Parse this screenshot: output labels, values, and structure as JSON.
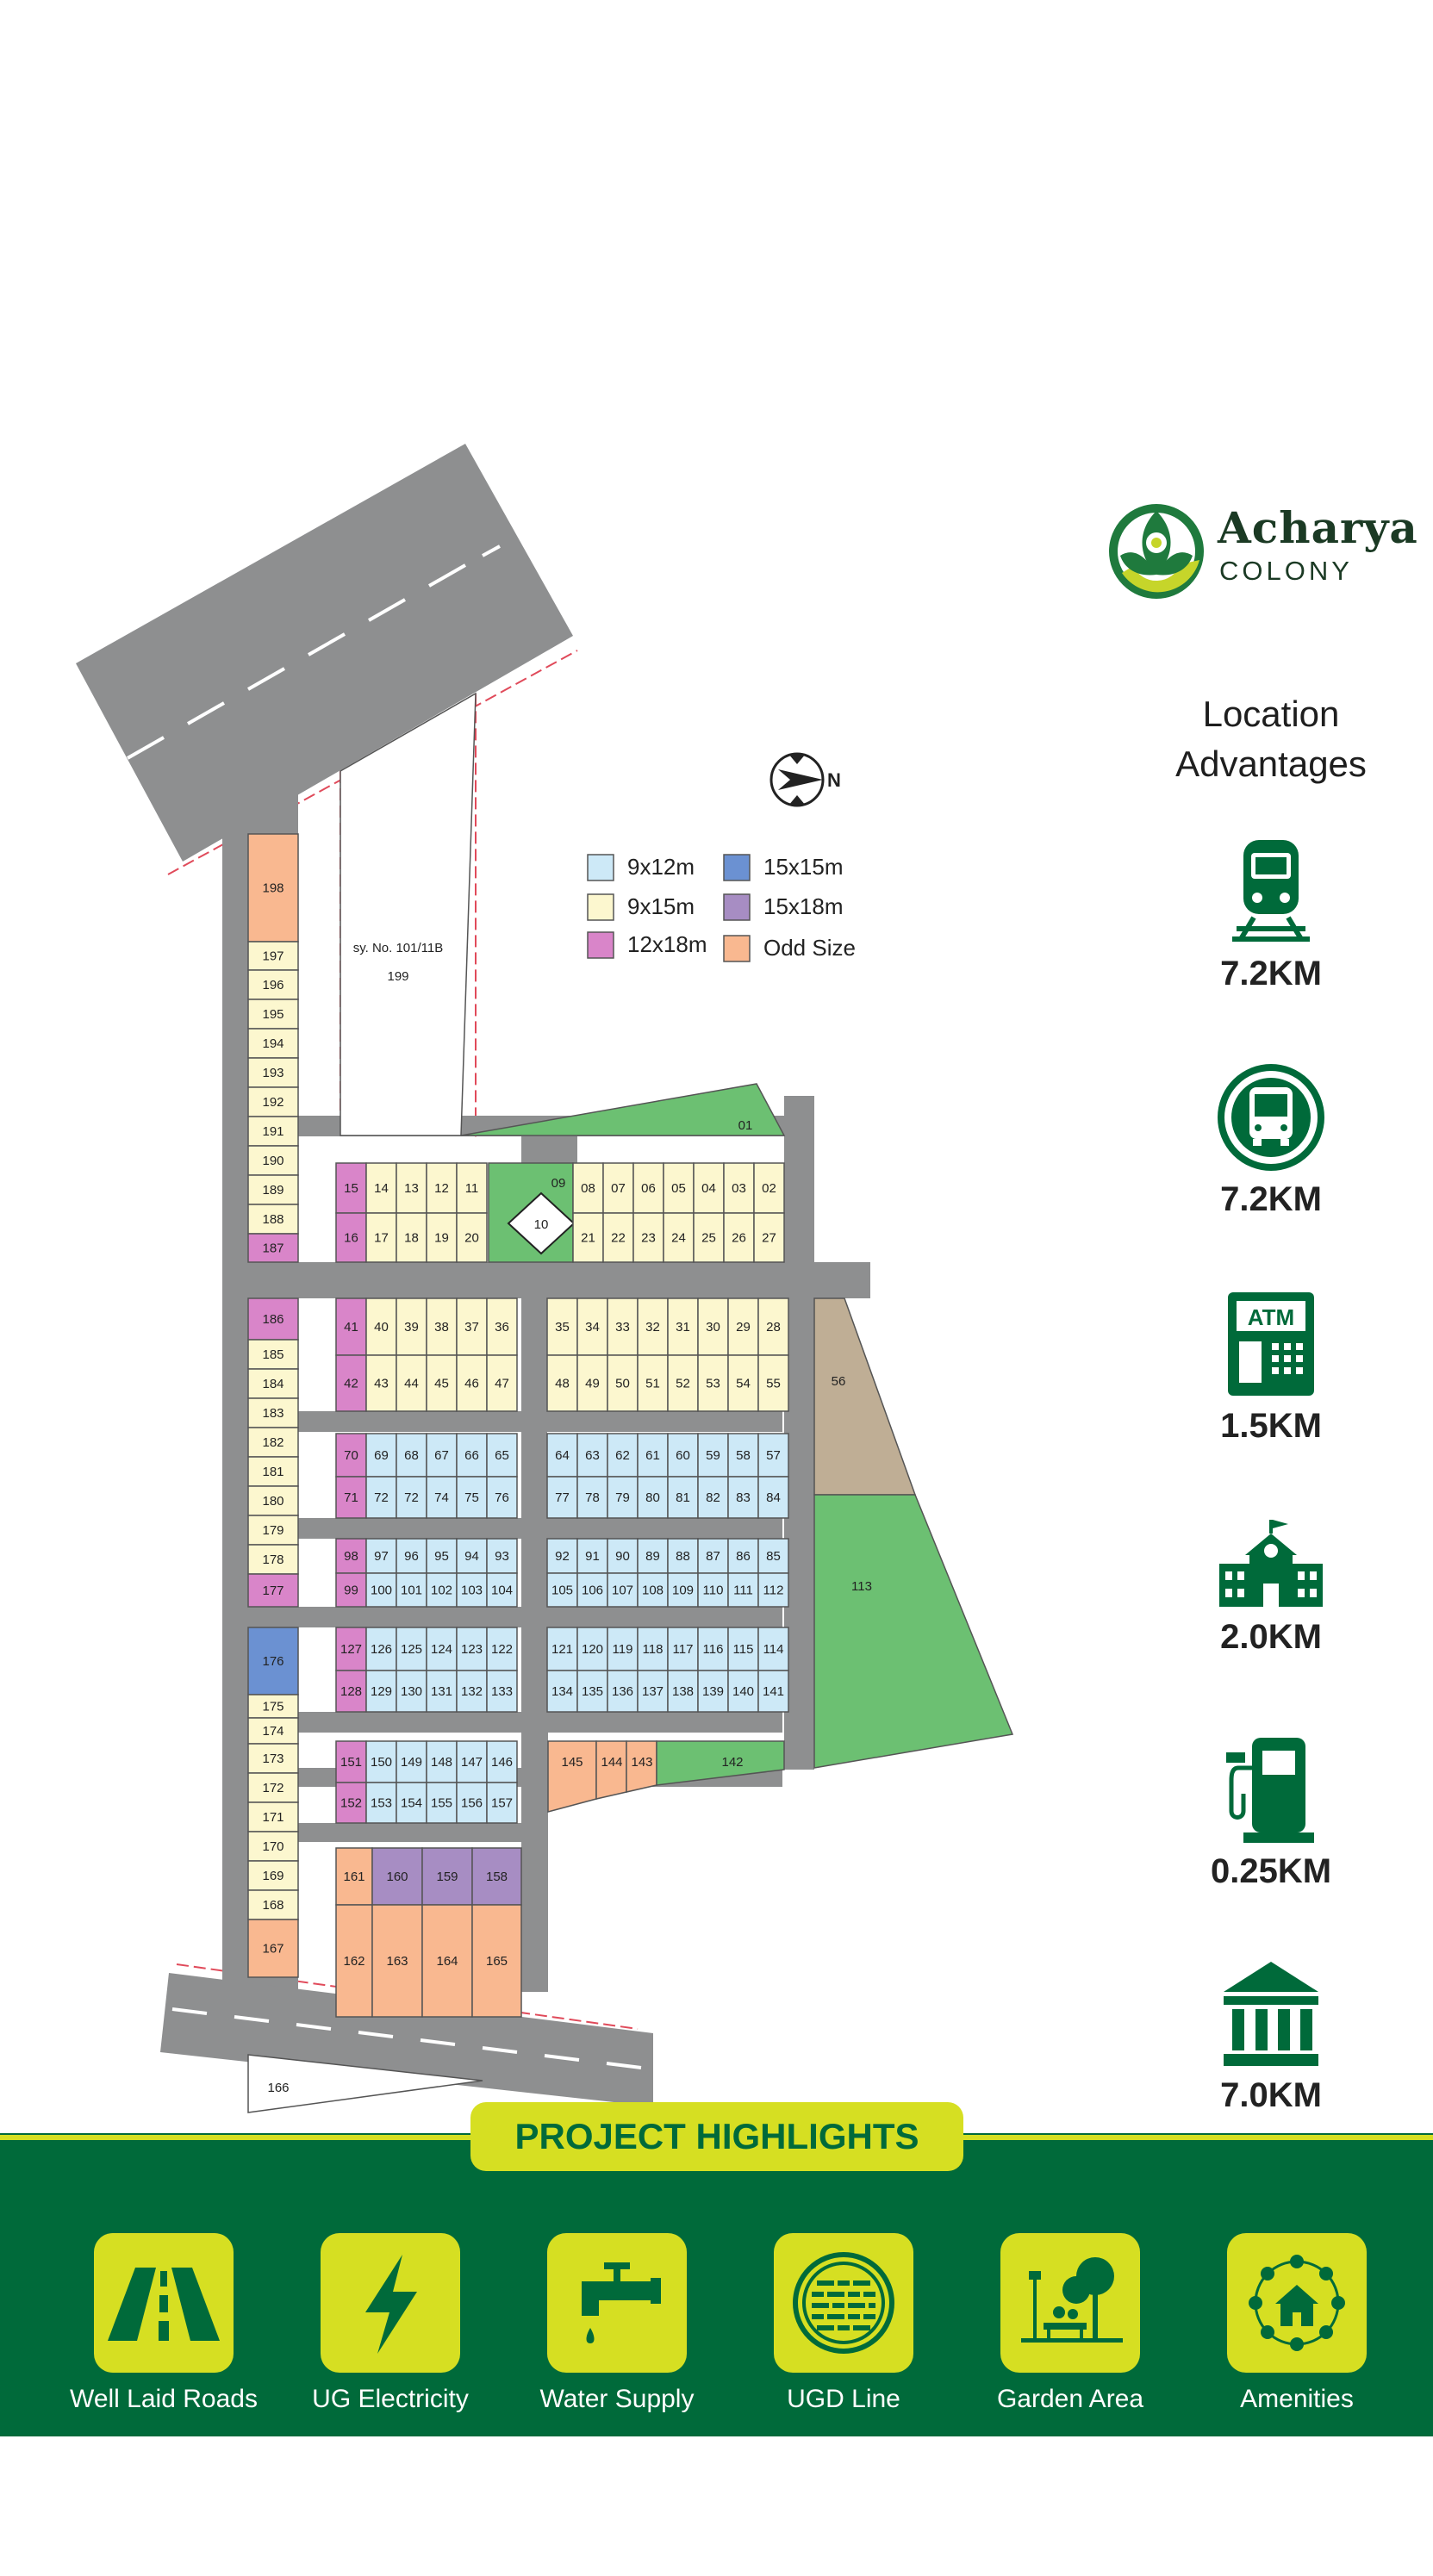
{
  "brand": {
    "name": "Acharya",
    "sub": "COLONY"
  },
  "colors": {
    "road": "#8e8f90",
    "green": "#6cc072",
    "tan": "#bfae95",
    "light_blue": "#cde9f7",
    "cream": "#fcf7cf",
    "pink": "#d985c9",
    "blue": "#6b91d2",
    "purple": "#a78dc3",
    "orange": "#f9b890",
    "brand_green": "#006a3a",
    "lime": "#d6df22"
  },
  "legend": [
    {
      "label": "9x12m",
      "color": "#cde9f7"
    },
    {
      "label": "15x15m",
      "color": "#6b91d2"
    },
    {
      "label": "9x15m",
      "color": "#fcf7cf"
    },
    {
      "label": "15x18m",
      "color": "#a78dc3"
    },
    {
      "label": "12x18m",
      "color": "#d985c9"
    },
    {
      "label": "Odd Size",
      "color": "#f9b890"
    }
  ],
  "map": {
    "survey_label": "sy. No. 101/11B",
    "survey_plot": "199",
    "compass_letter": "N"
  },
  "plots": {
    "left_strip": [
      "198",
      "197",
      "196",
      "195",
      "194",
      "193",
      "192",
      "191",
      "190",
      "189",
      "188",
      "187",
      "186",
      "185",
      "184",
      "183",
      "182",
      "181",
      "180",
      "179",
      "178",
      "177",
      "176",
      "175",
      "174",
      "173",
      "172",
      "171",
      "170",
      "169",
      "168",
      "167"
    ],
    "block1": {
      "top": [
        "15",
        "14",
        "13",
        "12",
        "11"
      ],
      "bottom": [
        "16",
        "17",
        "18",
        "19",
        "20"
      ],
      "park": "09",
      "park_center": "10"
    },
    "block2": {
      "top": [
        "08",
        "07",
        "06",
        "05",
        "04",
        "03",
        "02"
      ],
      "bottom": [
        "21",
        "22",
        "23",
        "24",
        "25",
        "26",
        "27"
      ]
    },
    "green_corner": "01",
    "block3": {
      "top": [
        "41",
        "40",
        "39",
        "38",
        "37",
        "36"
      ],
      "bottom": [
        "42",
        "43",
        "44",
        "45",
        "46",
        "47"
      ]
    },
    "block4": {
      "top": [
        "35",
        "34",
        "33",
        "32",
        "31",
        "30",
        "29",
        "28"
      ],
      "bottom": [
        "48",
        "49",
        "50",
        "51",
        "52",
        "53",
        "54",
        "55"
      ]
    },
    "block5": {
      "top": [
        "70",
        "69",
        "68",
        "67",
        "66",
        "65"
      ],
      "bottom": [
        "71",
        "72",
        "72",
        "74",
        "75",
        "76"
      ]
    },
    "block6": {
      "top": [
        "64",
        "63",
        "62",
        "61",
        "60",
        "59",
        "58",
        "57"
      ],
      "bottom": [
        "77",
        "78",
        "79",
        "80",
        "81",
        "82",
        "83",
        "84"
      ]
    },
    "block7": {
      "top": [
        "98",
        "97",
        "96",
        "95",
        "94",
        "93"
      ],
      "bottom": [
        "99",
        "100",
        "101",
        "102",
        "103",
        "104"
      ]
    },
    "block8": {
      "top": [
        "92",
        "91",
        "90",
        "89",
        "88",
        "87",
        "86",
        "85"
      ],
      "bottom": [
        "105",
        "106",
        "107",
        "108",
        "109",
        "110",
        "111",
        "112"
      ]
    },
    "block9": {
      "top": [
        "127",
        "126",
        "125",
        "124",
        "123",
        "122"
      ],
      "bottom": [
        "128",
        "129",
        "130",
        "131",
        "132",
        "133"
      ]
    },
    "block10": {
      "top": [
        "121",
        "120",
        "119",
        "118",
        "117",
        "116",
        "115",
        "114"
      ],
      "bottom": [
        "134",
        "135",
        "136",
        "137",
        "138",
        "139",
        "140",
        "141"
      ]
    },
    "block11": {
      "top": [
        "151",
        "150",
        "149",
        "148",
        "147",
        "146"
      ],
      "bottom": [
        "152",
        "153",
        "154",
        "155",
        "156",
        "157"
      ]
    },
    "block12": {
      "top": [
        "161",
        "160",
        "159",
        "158"
      ],
      "bottom": [
        "162",
        "163",
        "164",
        "165"
      ]
    },
    "right_row": [
      "145",
      "144",
      "143",
      "142"
    ],
    "tan_plot": "56",
    "green_big": "113",
    "bottom_plot": "166"
  },
  "location": {
    "title_line1": "Location",
    "title_line2": "Advantages",
    "items": [
      {
        "icon": "train-icon",
        "distance": "7.2KM"
      },
      {
        "icon": "bus-icon",
        "distance": "7.2KM"
      },
      {
        "icon": "atm-icon",
        "distance": "1.5KM"
      },
      {
        "icon": "school-icon",
        "distance": "2.0KM"
      },
      {
        "icon": "fuel-station-icon",
        "distance": "0.25KM"
      },
      {
        "icon": "bank-icon",
        "distance": "7.0KM"
      }
    ]
  },
  "highlights": {
    "title": "PROJECT HIGHLIGHTS",
    "items": [
      {
        "icon": "road-icon",
        "label": "Well Laid Roads"
      },
      {
        "icon": "lightning-icon",
        "label": "UG Electricity"
      },
      {
        "icon": "water-tap-icon",
        "label": "Water Supply"
      },
      {
        "icon": "manhole-icon",
        "label": "UGD Line"
      },
      {
        "icon": "garden-icon",
        "label": "Garden Area"
      },
      {
        "icon": "amenities-icon",
        "label": "Amenities"
      }
    ]
  }
}
